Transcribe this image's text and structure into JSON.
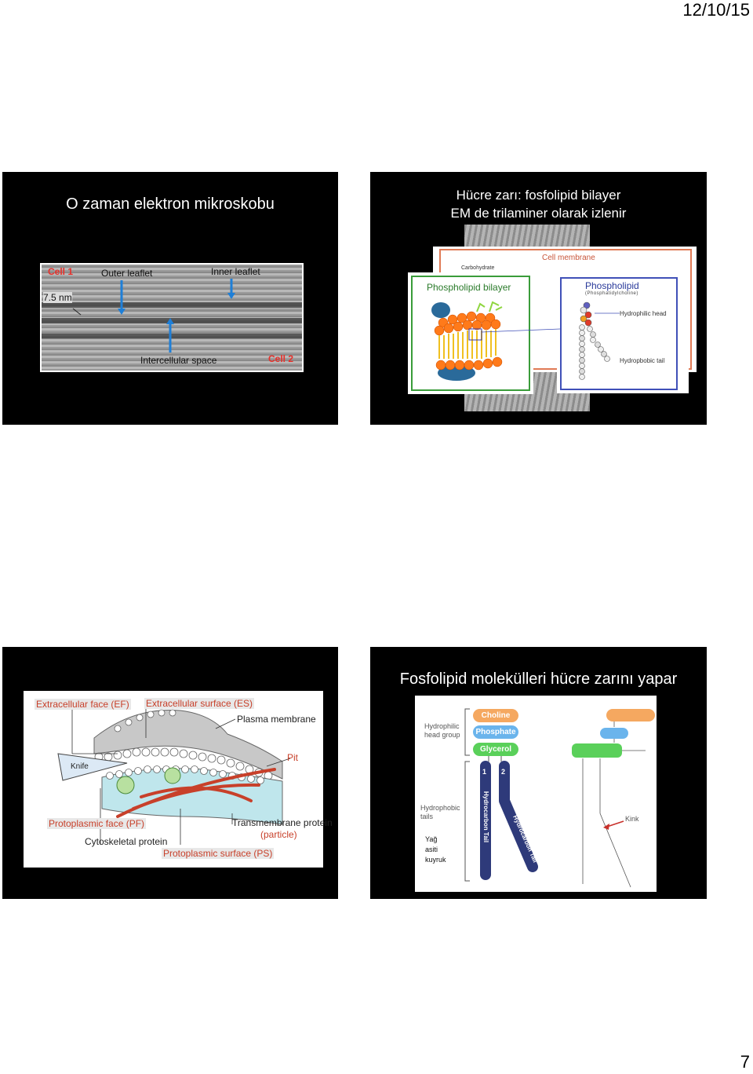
{
  "header": {
    "date": "12/10/15"
  },
  "footer": {
    "page_number": "7"
  },
  "slide1": {
    "title": "O zaman elektron mikroskobu",
    "figure": {
      "cell1": "Cell 1",
      "outer_leaflet": "Outer leaflet",
      "inner_leaflet": "Inner leaflet",
      "scale": "7.5 nm",
      "intercellular_space": "Intercellular space",
      "cell2": "Cell 2"
    }
  },
  "slide2": {
    "title_line1": "Hücre zarı: fosfolipid bilayer",
    "title_line2": "EM de trilaminer olarak izlenir",
    "figure": {
      "carbohydrate": "Carbohydrate",
      "cell_membrane": "Cell membrane",
      "bilayer_label": "Phospholipid bilayer",
      "phospholipid": "Phospholipid",
      "phosphatidylcholine": "(Phosphatidylcholine)",
      "hydrophilic_head": "Hydrophilic head",
      "hydrophobic_tail": "Hydropbobic tail"
    }
  },
  "slide3": {
    "figure": {
      "ef": "Extracellular face (EF)",
      "es": "Extracellular surface (ES)",
      "plasma_membrane": "Plasma membrane",
      "knife": "Knife",
      "pit": "Pit",
      "pf": "Protoplasmic face (PF)",
      "transmembrane": "Transmembrane protein",
      "particle": "(particle)",
      "cytoskeletal": "Cytoskeletal protein",
      "ps": "Protoplasmic surface (PS)"
    }
  },
  "slide4": {
    "title": "Fosfolipid molekülleri hücre zarını yapar",
    "figure": {
      "head_group": "Hydrophilic\nhead group",
      "choline": "Choline",
      "phosphate": "Phosphate",
      "glycerol": "Glycerol",
      "hydrophobic_tails": "Hydrophobic\ntails",
      "tail1": "1",
      "tail2": "2",
      "tail_label": "Hydrocarbon Tail",
      "kink": "Kink",
      "fatty_note": "Yağ\nasiti\nkuyruk"
    }
  }
}
